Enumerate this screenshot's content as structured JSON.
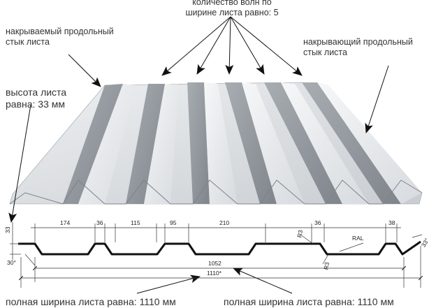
{
  "callouts": {
    "waves_count": [
      "количество волн по",
      "ширине листа равно: 5"
    ],
    "covered_joint": [
      "накрываемый продольный",
      "стык листа"
    ],
    "covering_joint": [
      "накрывающий продольный",
      "стык листа"
    ],
    "sheet_height": [
      "высота листа",
      "равна: 33 мм"
    ],
    "full_width_left": "полная ширина листа равна: 1110 мм",
    "full_width_right": "полная ширина листа равна: 1110 мм"
  },
  "profile_dimensions": {
    "height": "33",
    "angle_left": "30°",
    "angle_right": "33°",
    "segments": [
      "174",
      "36",
      "115",
      "95",
      "210",
      "36",
      "38"
    ],
    "radius_top": "R3",
    "radius_bottom": "R3",
    "color_code": "RAL",
    "useful_width": "1052",
    "total_width": "1110*"
  },
  "colors": {
    "sheet_light": "#e4e7ea",
    "sheet_mid": "#c4c9ce",
    "sheet_dark": "#8f959b",
    "profile_line": "#111111",
    "arrow": "#111111"
  }
}
